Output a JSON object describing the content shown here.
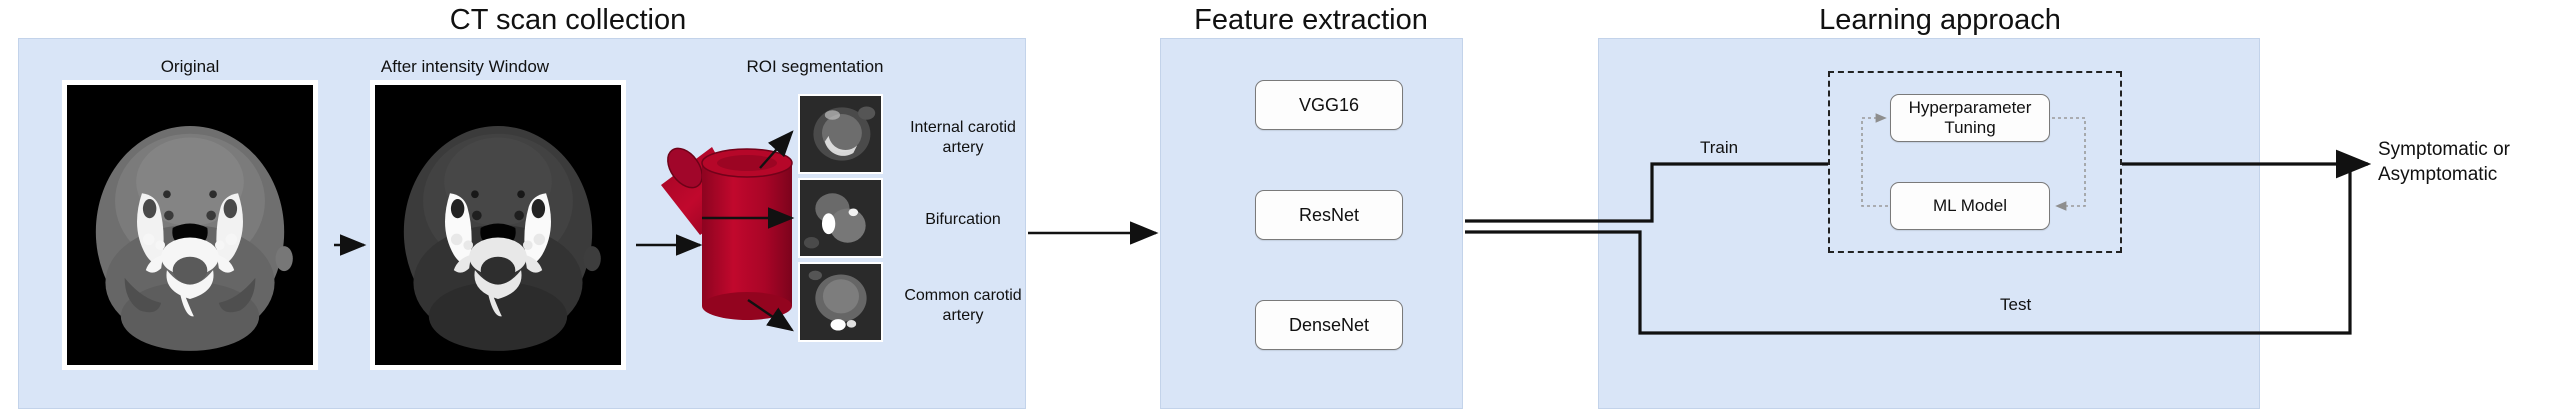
{
  "figure": {
    "panels": [
      {
        "id": "ct-scan-collection",
        "title": "CT scan collection",
        "sub_labels": [
          "Original",
          "After intensity Window",
          "ROI segmentation"
        ],
        "roi_labels": [
          "Internal carotid artery",
          "Bifurcation",
          "Common carotid artery"
        ],
        "roi_label_lines": [
          [
            "Internal carotid",
            "artery"
          ],
          [
            "Bifurcation",
            ""
          ],
          [
            "Common carotid",
            "artery"
          ]
        ]
      },
      {
        "id": "feature-extraction",
        "title": "Feature extraction",
        "models": [
          "VGG16",
          "ResNet",
          "DenseNet"
        ]
      },
      {
        "id": "learning-approach",
        "title": "Learning approach",
        "boxes": [
          {
            "lines": [
              "Hyperparameter",
              "Tuning"
            ]
          },
          {
            "lines": [
              "ML Model",
              ""
            ]
          }
        ],
        "flow_labels": [
          "Train",
          "Test"
        ]
      }
    ],
    "output": {
      "lines": [
        "Symptomatic or",
        "Asymptomatic"
      ]
    },
    "colors": {
      "panel_fill": "#d9e5f7",
      "panel_border": "#c3d3ea",
      "artery_red": "#b00628",
      "artery_red_dark": "#7d0320",
      "arrow": "#111111",
      "loop_line": "#9a9a9a",
      "box_fill": "#fdfdfd",
      "box_border": "#7a7a7a"
    }
  }
}
